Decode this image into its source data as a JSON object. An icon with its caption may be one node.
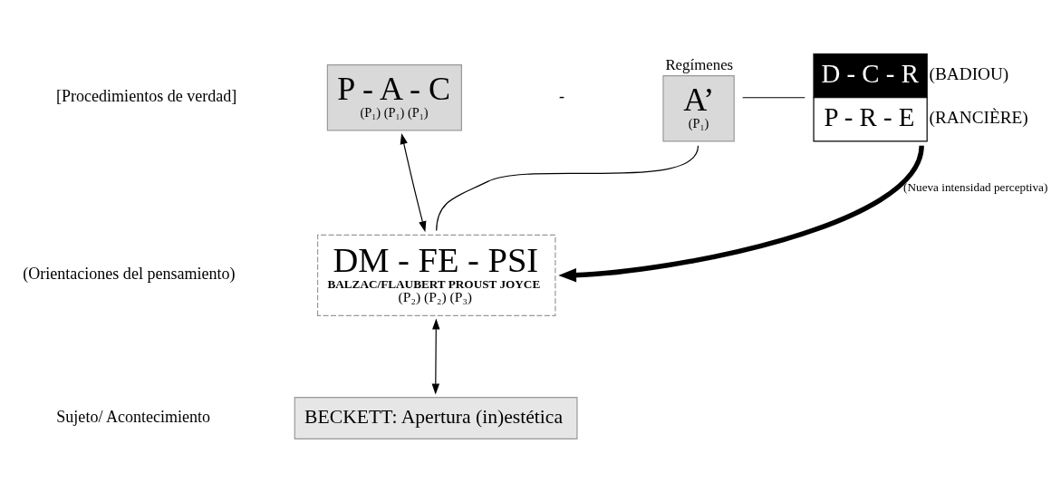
{
  "diagram": {
    "nodes": [
      {
        "text": [
          "P - A - C",
          "(P₁) (P₁) (P₁)"
        ]
      },
      {
        "text": [
          "A’",
          "(P₁)"
        ],
        "beside": [
          "Regímenes"
        ]
      },
      {
        "text": [
          "D - C - R",
          "P - R - E"
        ],
        "beside": [
          "(BADIOU)",
          "(RANCIÈRE)"
        ]
      },
      {
        "text": [
          "DM - FE - PSI",
          "BALZAC/FLAUBERT PROUST JOYCE",
          "(P₂) (P₂) (P₃)"
        ]
      },
      {
        "text": [
          "BECKETT: Apertura (in)estética"
        ]
      }
    ],
    "edges": [
      {
        "from": 0,
        "to": 3,
        "arrow": "both"
      },
      {
        "from": 3,
        "to": 4,
        "arrow": "both"
      },
      {
        "from": 1,
        "to": 2,
        "arrow": "none"
      },
      {
        "from": 1,
        "to": 3,
        "arrow": "none"
      },
      {
        "from": 2,
        "to": 3,
        "arrow": "to",
        "style": "thick",
        "label": "(Nueva intensidad perceptiva)"
      }
    ],
    "labels": [
      "[Procedimientos de verdad]",
      "-",
      "(Orientaciones del pensamiento)",
      "Sujeto/ Acontecimiento"
    ]
  }
}
